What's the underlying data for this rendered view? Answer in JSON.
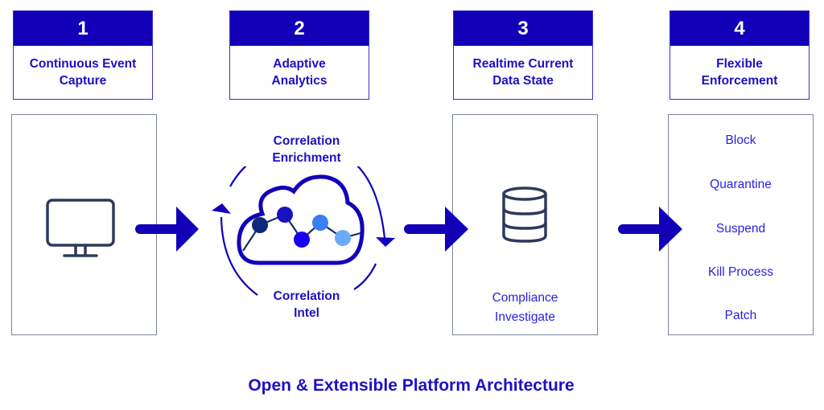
{
  "steps": [
    {
      "number": "1",
      "title_line1": "Continuous Event",
      "title_line2": "Capture",
      "icon": "monitor-icon"
    },
    {
      "number": "2",
      "title_line1": "Adaptive",
      "title_line2": "Analytics",
      "icon": "cloud-analytics-icon"
    },
    {
      "number": "3",
      "title_line1": "Realtime Current",
      "title_line2": "Data State",
      "icon": "database-icon"
    },
    {
      "number": "4",
      "title_line1": "Flexible",
      "title_line2": "Enforcement",
      "icon": ""
    }
  ],
  "analytics": {
    "top_label_line1": "Correlation",
    "top_label_line2": "Enrichment",
    "bottom_label_line1": "Correlation",
    "bottom_label_line2": "Intel",
    "dot_colors": [
      "#0f2a7a",
      "#1a10c0",
      "#1a00f0",
      "#3a7ef0",
      "#6aaaf8"
    ]
  },
  "data_state": {
    "line1": "Compliance",
    "line2": "Investigate"
  },
  "enforcement": {
    "actions": [
      "Block",
      "Quarantine",
      "Suspend",
      "Kill Process",
      "Patch"
    ]
  },
  "footer": {
    "title": "Open & Extensible Platform Architecture"
  },
  "colors": {
    "primary": "#1100b8",
    "text": "#1f0fc4",
    "icon": "#2e3a5c",
    "border": "#7d86a0"
  }
}
